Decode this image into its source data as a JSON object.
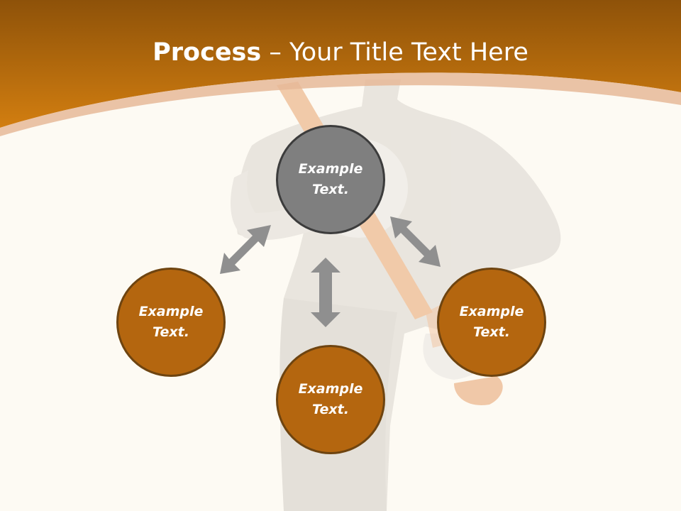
{
  "slide": {
    "title_bold": "Process",
    "title_rest": " – Your Title Text Here"
  },
  "nodes": [
    {
      "id": "top",
      "line1": "Example",
      "line2": "Text.",
      "color": "#7f7f7f"
    },
    {
      "id": "left",
      "line1": "Example",
      "line2": "Text.",
      "color": "#b4660f"
    },
    {
      "id": "bottom",
      "line1": "Example",
      "line2": "Text.",
      "color": "#b4660f"
    },
    {
      "id": "right",
      "line1": "Example",
      "line2": "Text.",
      "color": "#b4660f"
    }
  ],
  "colors": {
    "header_dark": "#8e5209",
    "header_light": "#d07d10",
    "background": "#fdfaf3",
    "arrow": "#8f8f8f"
  }
}
